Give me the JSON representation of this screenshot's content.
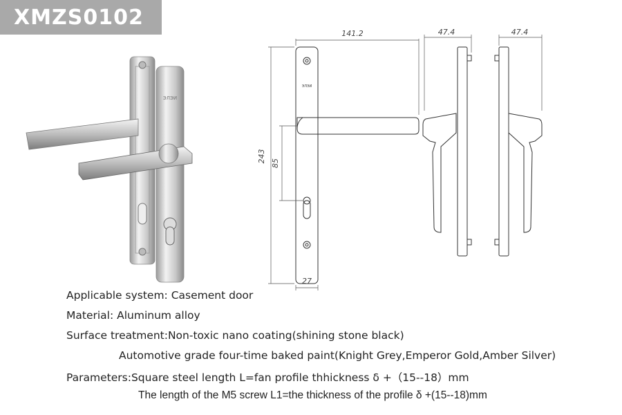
{
  "header": {
    "model_code": "XMZS0102"
  },
  "product": {
    "plate_mark": "ЭЛЭИ",
    "drawing_mark": "ЭЛЭИ"
  },
  "dimensions": {
    "front_width": "141.2",
    "side_depth_1": "47.4",
    "side_depth_2": "47.4",
    "overall_height": "243",
    "handle_to_cylinder": "85",
    "plate_width": "27"
  },
  "specs": {
    "applicable_system": "Applicable system: Casement door",
    "material": "Material: Aluminum alloy",
    "surface_treatment": "Surface treatment:Non-toxic nano coating(shining stone black)",
    "paint": "Automotive grade four-time baked paint(Knight Grey,Emperor Gold,Amber Silver)",
    "parameters": "Parameters:Square steel length L=fan profile thhickness δ +（15--18）mm",
    "screw": "The length of the M5 screw L1=the thickness of the profile δ +(15--18)mm"
  }
}
